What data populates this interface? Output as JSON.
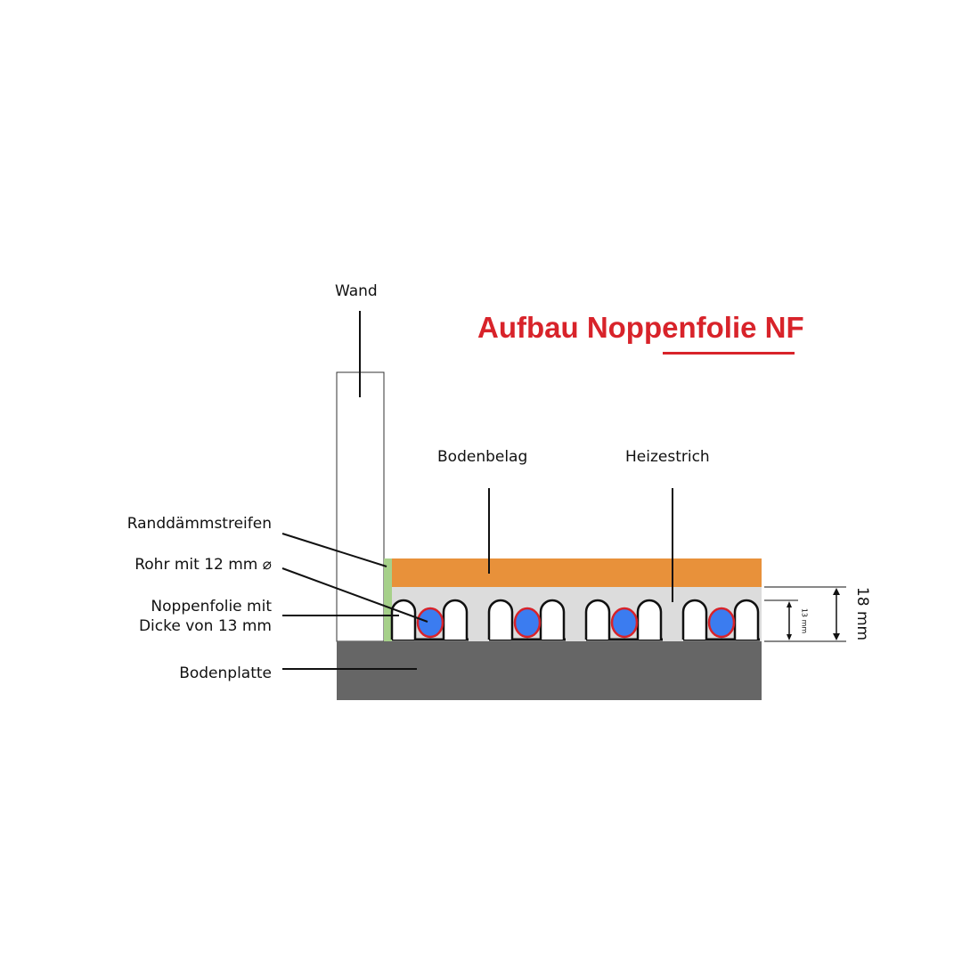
{
  "title": "Aufbau Noppenfolie NF",
  "labels": {
    "wand": "Wand",
    "bodenbelag": "Bodenbelag",
    "heizestrich": "Heizestrich",
    "randdaemmstreifen": "Randdämmstreifen",
    "rohr": "Rohr mit 12 mm ⌀",
    "noppenfolie_line1": "Noppenfolie mit",
    "noppenfolie_line2": "Dicke von 13 mm",
    "bodenplatte": "Bodenplatte"
  },
  "dimensions": {
    "total": "18 mm",
    "noppen": "13 mm"
  },
  "colors": {
    "title": "#d8232a",
    "bodenbelag": "#e8913a",
    "heizestrich": "#dcdcdc",
    "randdaemmstreifen": "#a6d08a",
    "bodenplatte": "#666666",
    "pipe_fill": "#3b7cf0",
    "pipe_stroke": "#d8232a",
    "outline": "#111111"
  },
  "pipe_count": 4
}
